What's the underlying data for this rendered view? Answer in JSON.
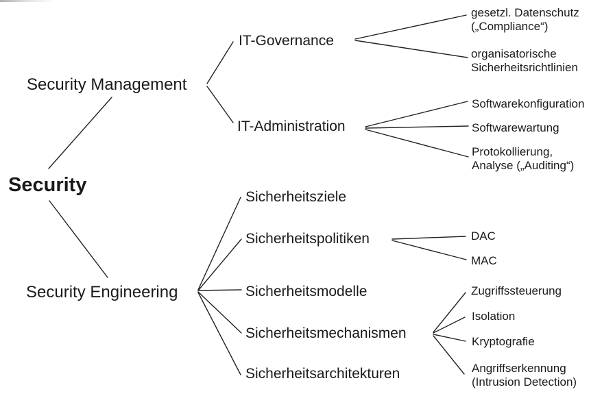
{
  "diagram": {
    "root": {
      "label": "Security"
    },
    "branches": [
      {
        "label": "Security Management",
        "children": [
          {
            "label": "IT-Governance",
            "children": [
              {
                "label": "gesetzl. Datenschutz\n(„Compliance“)"
              },
              {
                "label": "organisatorische\nSicherheitsrichtlinien"
              }
            ]
          },
          {
            "label": "IT-Administration",
            "children": [
              {
                "label": "Softwarekonfiguration"
              },
              {
                "label": "Softwarewartung"
              },
              {
                "label": "Protokollierung,\nAnalyse („Auditing“)"
              }
            ]
          }
        ]
      },
      {
        "label": "Security Engineering",
        "children": [
          {
            "label": "Sicherheitsziele",
            "children": []
          },
          {
            "label": "Sicherheitspolitiken",
            "children": [
              {
                "label": "DAC"
              },
              {
                "label": "MAC"
              }
            ]
          },
          {
            "label": "Sicherheitsmodelle",
            "children": []
          },
          {
            "label": "Sicherheitsmechanismen",
            "children": [
              {
                "label": "Zugriffssteuerung"
              },
              {
                "label": "Isolation"
              },
              {
                "label": "Kryptografie"
              },
              {
                "label": "Angriffserkennung\n(Intrusion Detection)"
              }
            ]
          },
          {
            "label": "Sicherheitsarchitekturen",
            "children": []
          }
        ]
      }
    ],
    "colors": {
      "text": "#1a1a1a",
      "line": "#222222",
      "background": "#ffffff"
    }
  }
}
